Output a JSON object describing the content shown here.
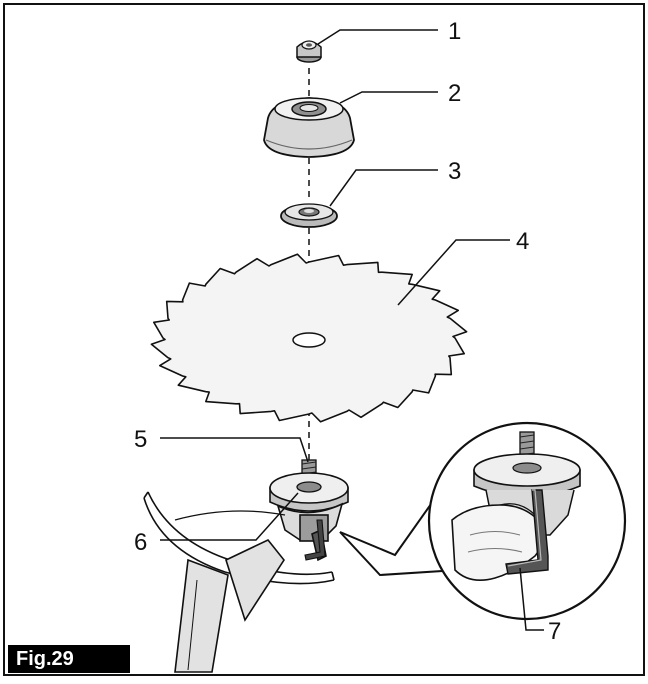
{
  "figure": {
    "label": "Fig.29",
    "callouts": [
      "1",
      "2",
      "3",
      "4",
      "5",
      "6",
      "7"
    ]
  },
  "colors": {
    "line": "#1a1a1a",
    "shade_dark": "#8a8a8a",
    "shade_mid": "#bdbdbd",
    "shade_light": "#e6e6e6",
    "label_bg": "#000000",
    "label_text": "#ffffff"
  },
  "parts": [
    {
      "callout": "1",
      "icon": "nut-icon"
    },
    {
      "callout": "2",
      "icon": "clamp-cover-icon"
    },
    {
      "callout": "3",
      "icon": "washer-icon"
    },
    {
      "callout": "4",
      "icon": "saw-blade-icon"
    },
    {
      "callout": "5",
      "icon": "spindle-bolt-icon"
    },
    {
      "callout": "6",
      "icon": "receive-plate-icon"
    },
    {
      "callout": "7",
      "icon": "hex-wrench-icon"
    }
  ]
}
